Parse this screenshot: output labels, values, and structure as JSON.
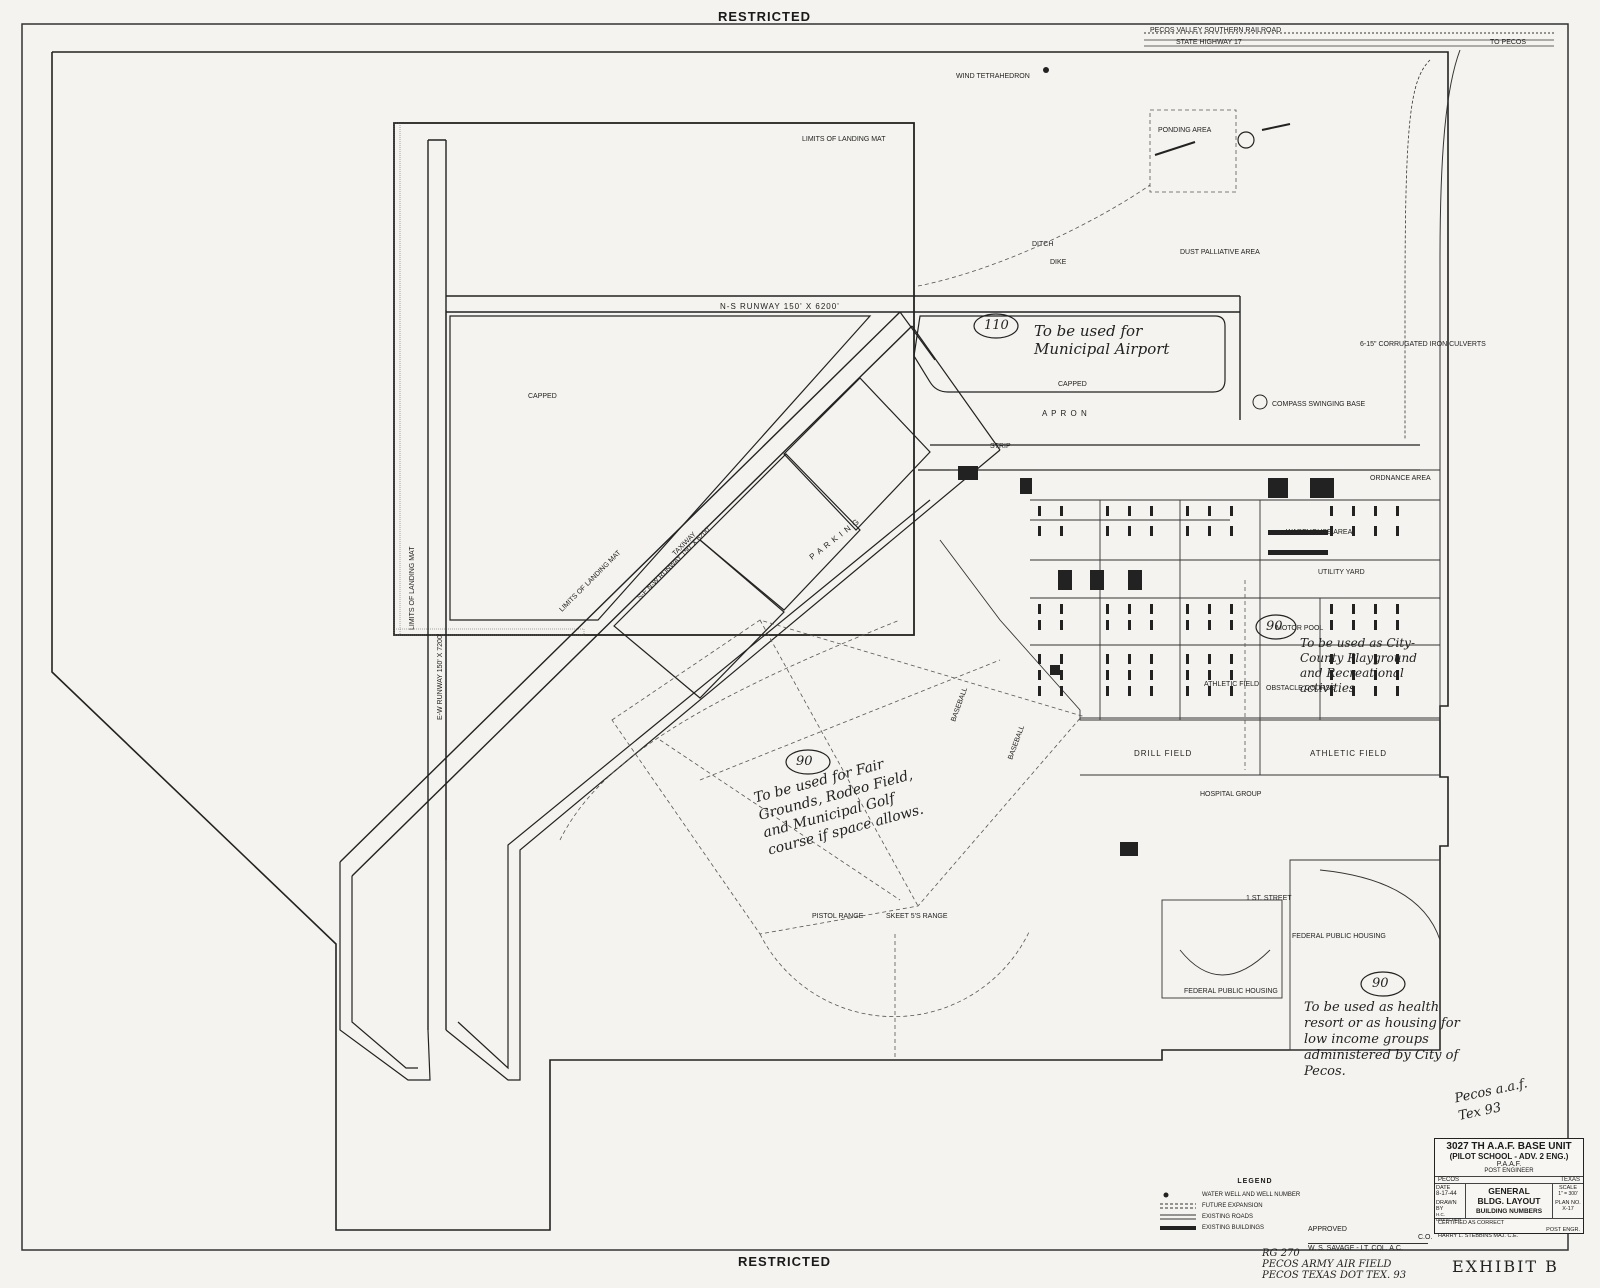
{
  "header": {
    "restricted_top": "RESTRICTED",
    "restricted_bottom": "RESTRICTED"
  },
  "labels": {
    "railroad": "PECOS VALLEY SOUTHERN RAILROAD",
    "highway": "STATE HIGHWAY 17",
    "to_pecos": "TO PECOS",
    "wind": "WIND TETRAHEDRON",
    "ponding": "PONDING AREA",
    "limits_mat_top": "LIMITS OF LANDING MAT",
    "limits_mat_left": "LIMITS OF LANDING MAT",
    "limits_mat_diag": "LIMITS OF LANDING MAT",
    "ditch": "DITCH",
    "dike": "DIKE",
    "dust": "DUST PALLIATIVE AREA",
    "ns_runway": "N-S RUNWAY 150' X 6200'",
    "ew_runway": "E-W RUNWAY 150' X 7200'",
    "senw_runway": "S-E N-W RUNWAY 150' X 6200'",
    "capped_1": "CAPPED",
    "capped_2": "CAPPED",
    "apron": "A P R O N",
    "parking": "P A R K I N G",
    "compass": "COMPASS SWINGING BASE",
    "culverts": "6-15\" CORRUGATED IRON CULVERTS",
    "ordnance": "ORDNANCE AREA",
    "warehouse": "WAREHOUSE AREA",
    "utility": "UTILITY YARD",
    "motor_pool": "MOTOR POOL",
    "athletic_field_small": "ATHLETIC FIELD",
    "obstacle": "OBSTACLE COURSE",
    "drill": "DRILL FIELD",
    "athletic": "ATHLETIC FIELD",
    "baseball_1": "BASEBALL",
    "baseball_2": "BASEBALL",
    "hospital": "HOSPITAL GROUP",
    "first_street": "1 ST. STREET",
    "fed_housing_1": "FEDERAL PUBLIC HOUSING",
    "fed_housing_2": "FEDERAL PUBLIC HOUSING",
    "pistol": "PISTOL RANGE",
    "skeet": "SKEET 5'S RANGE",
    "apron_strip": "STRIP",
    "taxiway": "TAXIWAY"
  },
  "handwritten": {
    "airport_number": "110",
    "airport_note": "To be used for Municipal Airport",
    "fair_number": "90",
    "fair_note": "To be used for Fair Grounds, Rodeo Field, and Municipal Golf course if space allows.",
    "city_number": "90",
    "city_note": "To be used as City-County Playground and Recreational activities",
    "health_number": "90",
    "health_note": "To be used as health resort or as housing for low income groups administered by City of Pecos.",
    "signature_note": "Pecos a.a.f. Tex 93",
    "rg": "RG 270",
    "rg_line2": "PECOS ARMY AIR FIELD",
    "rg_line3": "PECOS TEXAS    DOT TEX. 93",
    "exhibit": "EXHIBIT B"
  },
  "legend": {
    "title": "LEGEND",
    "items": [
      {
        "label": "WATER WELL AND WELL NUMBER",
        "symbol": "well"
      },
      {
        "label": "FUTURE EXPANSION",
        "symbol": "dashed"
      },
      {
        "label": "EXISTING ROADS",
        "symbol": "double"
      },
      {
        "label": "EXISTING BUILDINGS",
        "symbol": "solid"
      }
    ]
  },
  "approval": {
    "approved": "APPROVED",
    "co": "C.O.",
    "name": "W. S. SAVAGE - LT. COL. A.C."
  },
  "title_block": {
    "unit": "3027 TH A.A.F. BASE UNIT",
    "school": "(PILOT SCHOOL - ADV. 2 ENG.)",
    "paaf": "P.A.A.F.",
    "post_engineer": "POST ENGINEER",
    "city": "PECOS",
    "state": "TEXAS",
    "date_label": "DATE",
    "date": "8-17-44",
    "title_1": "GENERAL",
    "title_2": "BLDG. LAYOUT",
    "scale_label": "SCALE",
    "scale": "1\" = 300'",
    "drawn_label": "DRAWN BY",
    "drawn": "H.C. DRESCHER",
    "subtitle": "BUILDING NUMBERS",
    "plan_label": "PLAN NO.",
    "plan": "X-17",
    "certified": "CERTIFIED AS CORRECT",
    "post_engr": "POST ENGR.",
    "engineer": "HARRY L. STEBBINS   MAJ. C.E."
  }
}
